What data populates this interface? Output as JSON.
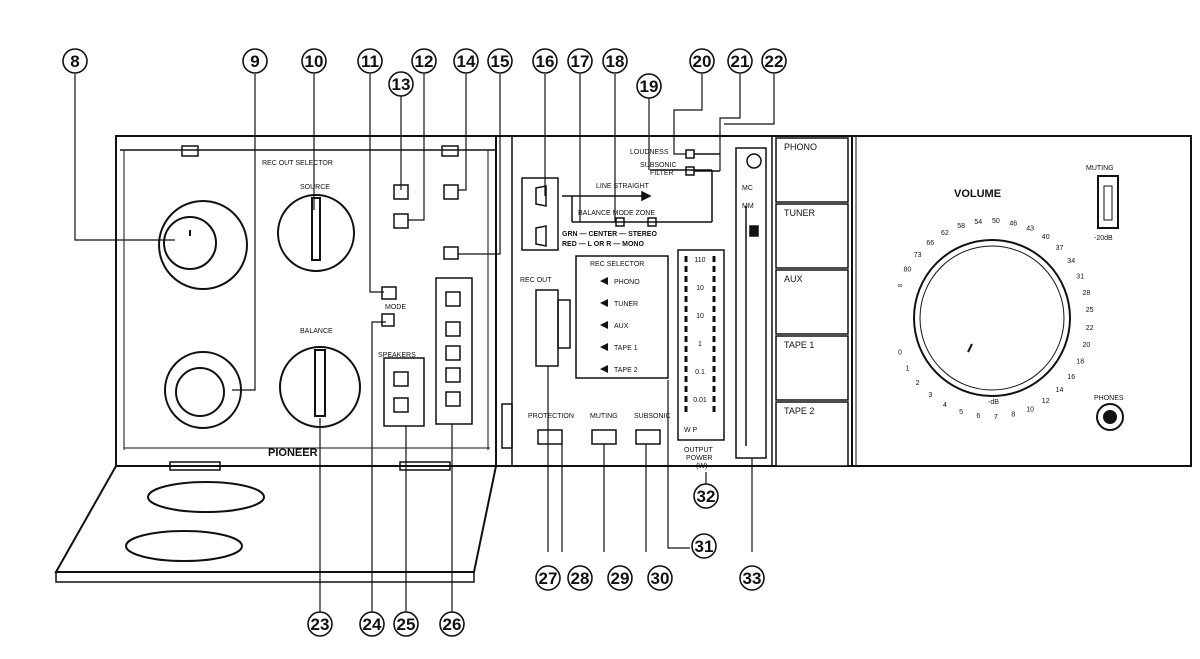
{
  "callouts": [
    "8",
    "9",
    "10",
    "11",
    "12",
    "13",
    "14",
    "15",
    "16",
    "17",
    "18",
    "19",
    "20",
    "21",
    "22",
    "23",
    "24",
    "25",
    "26",
    "27",
    "28",
    "29",
    "30",
    "31",
    "32",
    "33"
  ],
  "brand": "PIONEER",
  "input_buttons": [
    "PHONO",
    "TUNER",
    "AUX",
    "TAPE 1",
    "TAPE 2"
  ],
  "volume": {
    "label": "VOLUME",
    "scale": [
      "∞",
      "80",
      "73",
      "66",
      "62",
      "58",
      "54",
      "50",
      "46",
      "43",
      "40",
      "37",
      "34",
      "31",
      "28",
      "25",
      "22",
      "20",
      "18",
      "16",
      "14",
      "12",
      "10",
      "8",
      "7",
      "6",
      "5",
      "4",
      "3",
      "2",
      "1",
      "0"
    ],
    "unit": "-dB"
  },
  "muting": {
    "label": "MUTING",
    "value": "-20dB"
  },
  "phones_label": "PHONES",
  "balance_mode": {
    "title": "BALANCE MODE ZONE",
    "line1": "GRN — CENTER — STEREO",
    "line2": "RED — L OR R — MONO"
  },
  "indicators": {
    "loudness": "LOUDNESS",
    "subsonic_filter_1": "SUBSONIC",
    "subsonic_filter_2": "FILTER",
    "line_straight": "LINE STRAIGHT",
    "mc": "MC",
    "mm": "MM"
  },
  "rec_selector": {
    "title": "REC SELECTOR",
    "items": [
      "PHONO",
      "TUNER",
      "AUX",
      "TAPE 1",
      "TAPE 2"
    ]
  },
  "meter": {
    "scale": [
      "110",
      "10",
      "10",
      "1",
      "0.1",
      "0.01"
    ],
    "footer_1": "OUTPUT",
    "footer_2": "POWER",
    "footer_3": "(W)",
    "wp": "W  P"
  },
  "lower_labels": {
    "protection": "PROTECTION",
    "muting": "MUTING",
    "subsonic": "SUBSONIC",
    "rec_out": "REC OUT"
  },
  "left_panel": {
    "rec_out_selector": "REC OUT SELECTOR",
    "source": "SOURCE",
    "balance": "BALANCE",
    "speakers": "SPEAKERS",
    "mode": "MODE"
  }
}
